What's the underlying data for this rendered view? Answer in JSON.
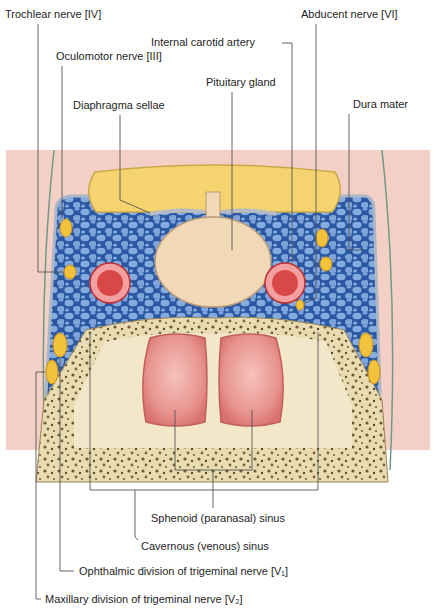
{
  "diagram": {
    "labels": [
      "Trochlear nerve [IV]",
      "Abducent nerve [VI]",
      "Internal carotid artery",
      "Oculomotor nerve [III]",
      "Pituitary gland",
      "Diaphragma sellae",
      "Dura mater",
      "Sphenoid (paranasal) sinus",
      "Cavernous (venous) sinus",
      "Ophthalmic division of trigeminal nerve [V₁]",
      "Maxillary division of trigeminal nerve [V₂]"
    ]
  }
}
